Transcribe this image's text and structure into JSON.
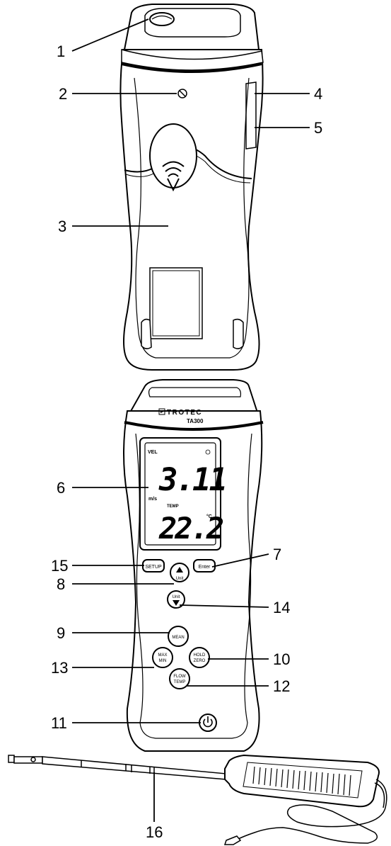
{
  "heading": "",
  "device_top": {
    "labels": [
      {
        "number": "1"
      },
      {
        "number": "2"
      },
      {
        "number": "3"
      },
      {
        "number": "4"
      },
      {
        "number": "5"
      }
    ]
  },
  "device_front": {
    "brand": "TROTEC",
    "model": "TA300",
    "display": {
      "vel_label": "VEL",
      "velocity_value": "3.11",
      "velocity_unit": "m/s",
      "temp_label": "TEMP",
      "temperature_value": "22.2",
      "temperature_unit": "°C"
    },
    "buttons": {
      "setup": "SETUP",
      "unit_up": "Unit",
      "enter": "Enter",
      "unit_down": "Unit",
      "mean": "MEAN",
      "max_min_1": "MAX",
      "max_min_2": "MIN",
      "hold_zero_1": "HOLD",
      "hold_zero_2": "ZERO",
      "flow_temp_1": "FLOW",
      "flow_temp_2": "TEMP",
      "power_icon": "power-icon"
    },
    "labels": [
      {
        "number": "6"
      },
      {
        "number": "7"
      },
      {
        "number": "8"
      },
      {
        "number": "9"
      },
      {
        "number": "10"
      },
      {
        "number": "11"
      },
      {
        "number": "12"
      },
      {
        "number": "13"
      },
      {
        "number": "14"
      },
      {
        "number": "15"
      }
    ]
  },
  "probe": {
    "labels": [
      {
        "number": "16"
      }
    ]
  }
}
